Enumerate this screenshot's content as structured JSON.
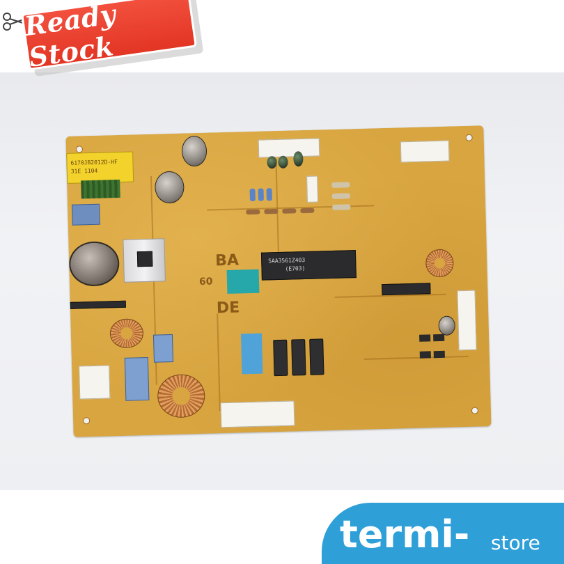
{
  "badge": {
    "text": "Ready Stock",
    "color": "#e8402f"
  },
  "board": {
    "trafo_print_line1": "6170JB2012D-HF",
    "trafo_print_line2": "31E          1104",
    "side_label": "BA",
    "side_label_2": "DE",
    "chip_label": "SAA3561Z403",
    "chip_code": "(E703)",
    "serial_print": "60"
  },
  "store": {
    "name": "termi",
    "dash": "-",
    "suffix": "store",
    "color": "#2f9fd8"
  },
  "icons": {
    "scissors": "scissors-icon"
  }
}
